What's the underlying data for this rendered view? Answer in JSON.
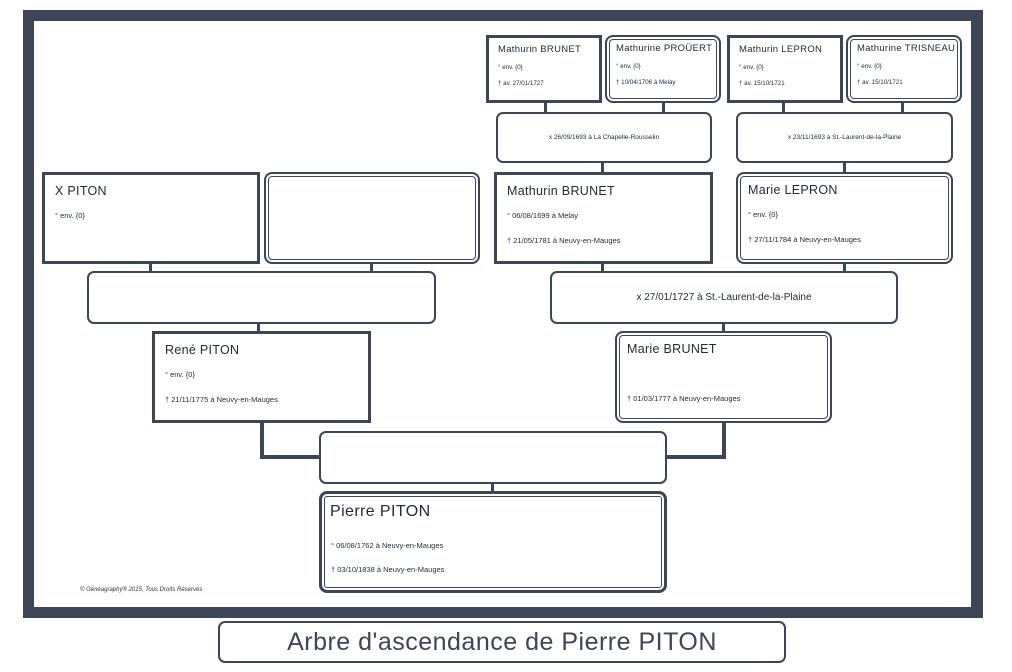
{
  "gen4": [
    {
      "name": "Mathurin  BRUNET",
      "birth": "° env. {0}",
      "death": "† av. 27/01/1727"
    },
    {
      "name": "Mathurine  PROÜERT",
      "birth": "° env. {0}",
      "death": "† 10/04/1706 à Melay"
    },
    {
      "name": "Mathurin  LEPRON",
      "birth": "° env. {0}",
      "death": "† av. 15/10/1721"
    },
    {
      "name": "Mathurine  TRISNEAU",
      "birth": "° env. {0}",
      "death": "† av. 15/10/1721"
    }
  ],
  "gen4_marriages": {
    "left": "x 26/09/1693 à La Chapelle-Rousselin",
    "right": "x 23/11/1693 à St.-Laurent-de-la-Plaine"
  },
  "gen3": [
    {
      "name": "X  PITON",
      "birth": "° env. {0}",
      "death": ""
    },
    {
      "name": "",
      "birth": "",
      "death": ""
    },
    {
      "name": "Mathurin  BRUNET",
      "birth": "° 06/08/1699 à Melay",
      "death": "† 21/05/1781 à Neuvy-en-Mauges"
    },
    {
      "name": "Marie  LEPRON",
      "birth": "° env. {0}",
      "death": "† 27/11/1784 à Neuvy-en-Mauges"
    }
  ],
  "gen3_marriages": {
    "left": "",
    "right": "x 27/01/1727 à St.-Laurent-de-la-Plaine"
  },
  "gen2": [
    {
      "name": "René  PITON",
      "birth": "° env. {0}",
      "death": "† 21/11/1775 à Neuvy-en-Mauges"
    },
    {
      "name": "Marie  BRUNET",
      "birth": "",
      "death": "† 01/03/1777 à Neuvy-en-Mauges"
    }
  ],
  "gen2_marriage": "",
  "root": {
    "name": "Pierre  PITON",
    "birth": "° 06/08/1762 à Neuvy-en-Mauges",
    "death": "† 03/10/1838 à Neuvy-en-Mauges"
  },
  "copyright": "©   Généagraphy®  2015,  Tous Droits Réservés",
  "caption": "Arbre d'ascendance de Pierre PITON",
  "colors": {
    "frame": "#3d4656",
    "text": "#1f2a36"
  }
}
